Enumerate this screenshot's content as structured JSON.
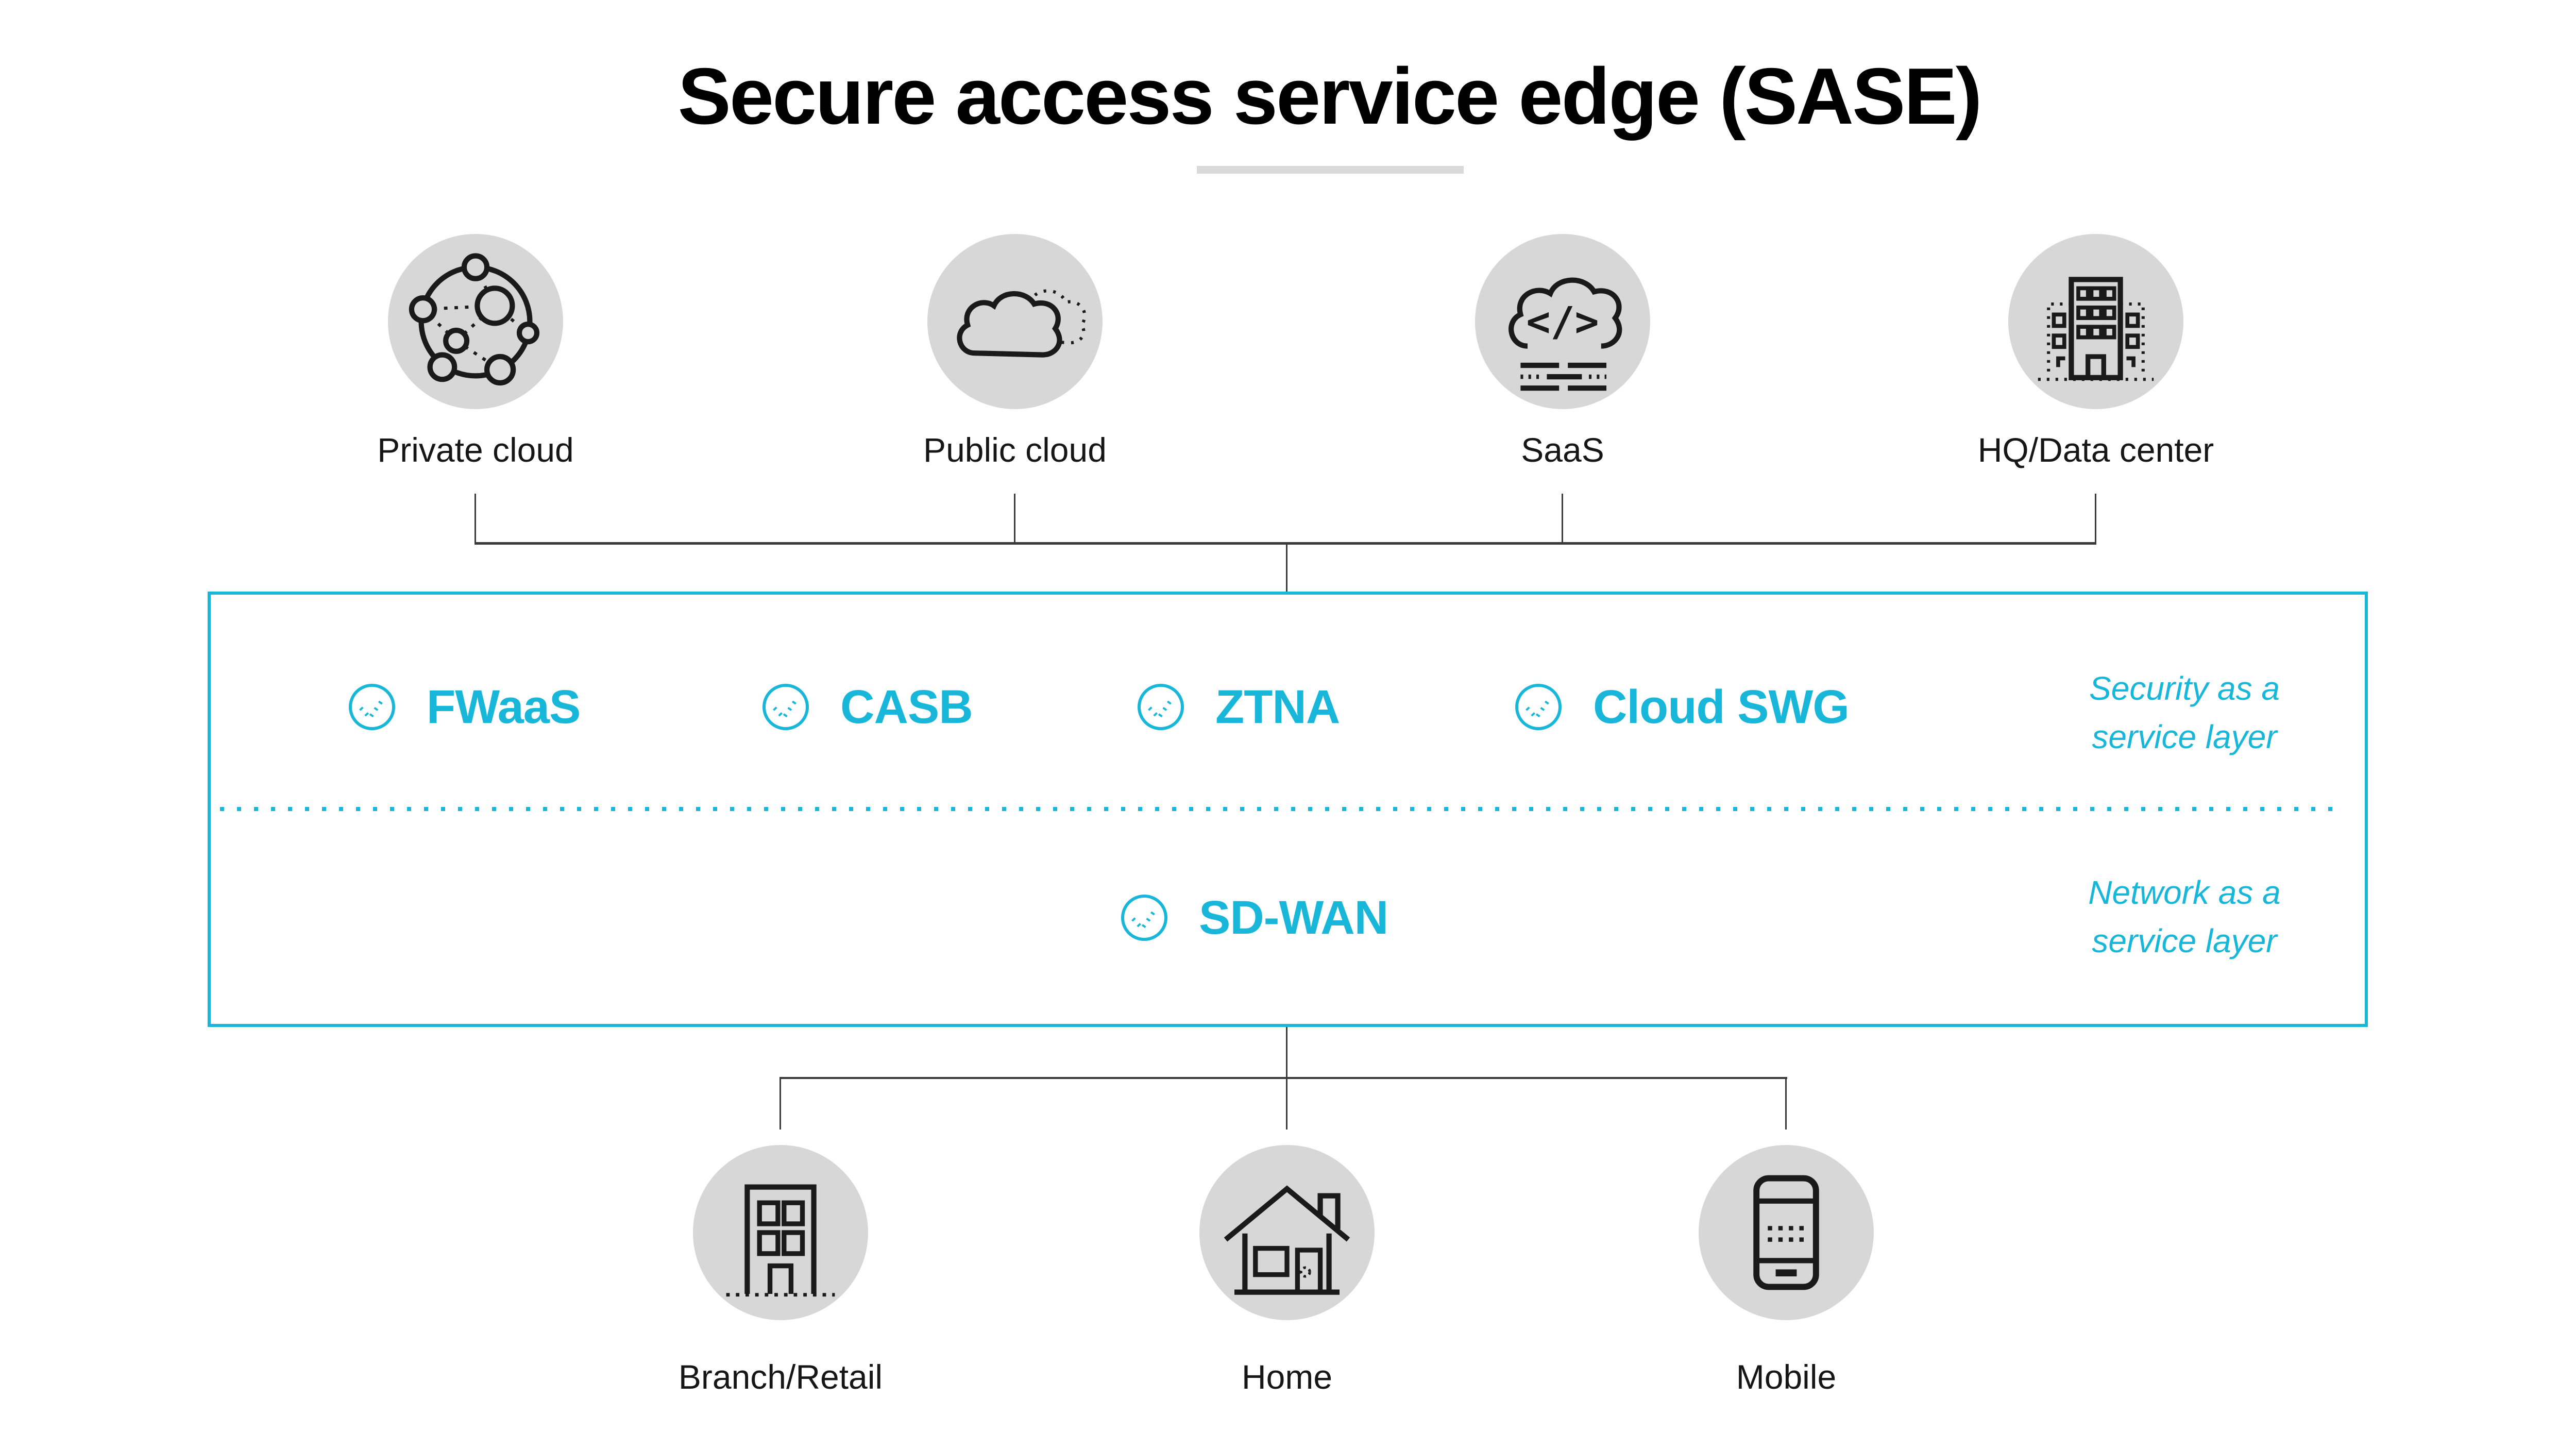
{
  "title": {
    "text": "Secure access service edge (SASE)"
  },
  "colors": {
    "accent": "#18b7da",
    "node_fill": "#d7d7d7",
    "ink": "#1a1a1a",
    "connector": "#3a3a3a",
    "title_underline": "#d9d9d9"
  },
  "top_nodes": [
    {
      "label": "Private cloud",
      "icon": "private-cloud-icon"
    },
    {
      "label": "Public cloud",
      "icon": "public-cloud-icon"
    },
    {
      "label": "SaaS",
      "icon": "saas-cloud-code-icon"
    },
    {
      "label": "HQ/Data center",
      "icon": "hq-data-center-building-icon"
    }
  ],
  "sase_box": {
    "security_services": [
      {
        "label": "FWaaS"
      },
      {
        "label": "CASB"
      },
      {
        "label": "ZTNA"
      },
      {
        "label": "Cloud SWG"
      }
    ],
    "security_layer": {
      "line1": "Security as a",
      "line2": "service layer"
    },
    "network_services": [
      {
        "label": "SD-WAN"
      }
    ],
    "network_layer": {
      "line1": "Network as a",
      "line2": "service layer"
    }
  },
  "bottom_nodes": [
    {
      "label": "Branch/Retail",
      "icon": "branch-retail-building-icon"
    },
    {
      "label": "Home",
      "icon": "home-house-icon"
    },
    {
      "label": "Mobile",
      "icon": "mobile-phone-icon"
    }
  ]
}
